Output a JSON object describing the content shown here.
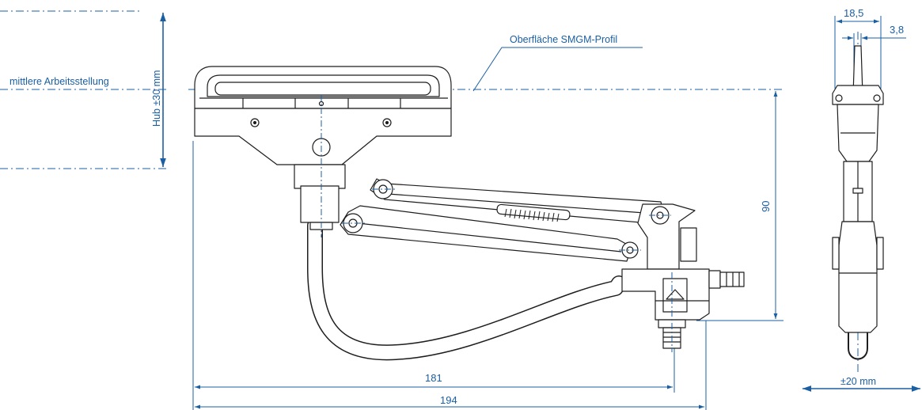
{
  "labels": {
    "mittlere": "mittlere Arbeitsstellung",
    "hub": "Hub ±30 mm",
    "oberflaeche": "Oberfläche SMGM-Profil",
    "dim90": "90",
    "dim181": "181",
    "dim194": "194",
    "dim18_5": "18,5",
    "dim3_8": "3,8",
    "pm20": "±20 mm"
  },
  "colors": {
    "dimension": "#1b5fa3",
    "outline": "#1e1e1e",
    "fill": "#ffffff"
  }
}
